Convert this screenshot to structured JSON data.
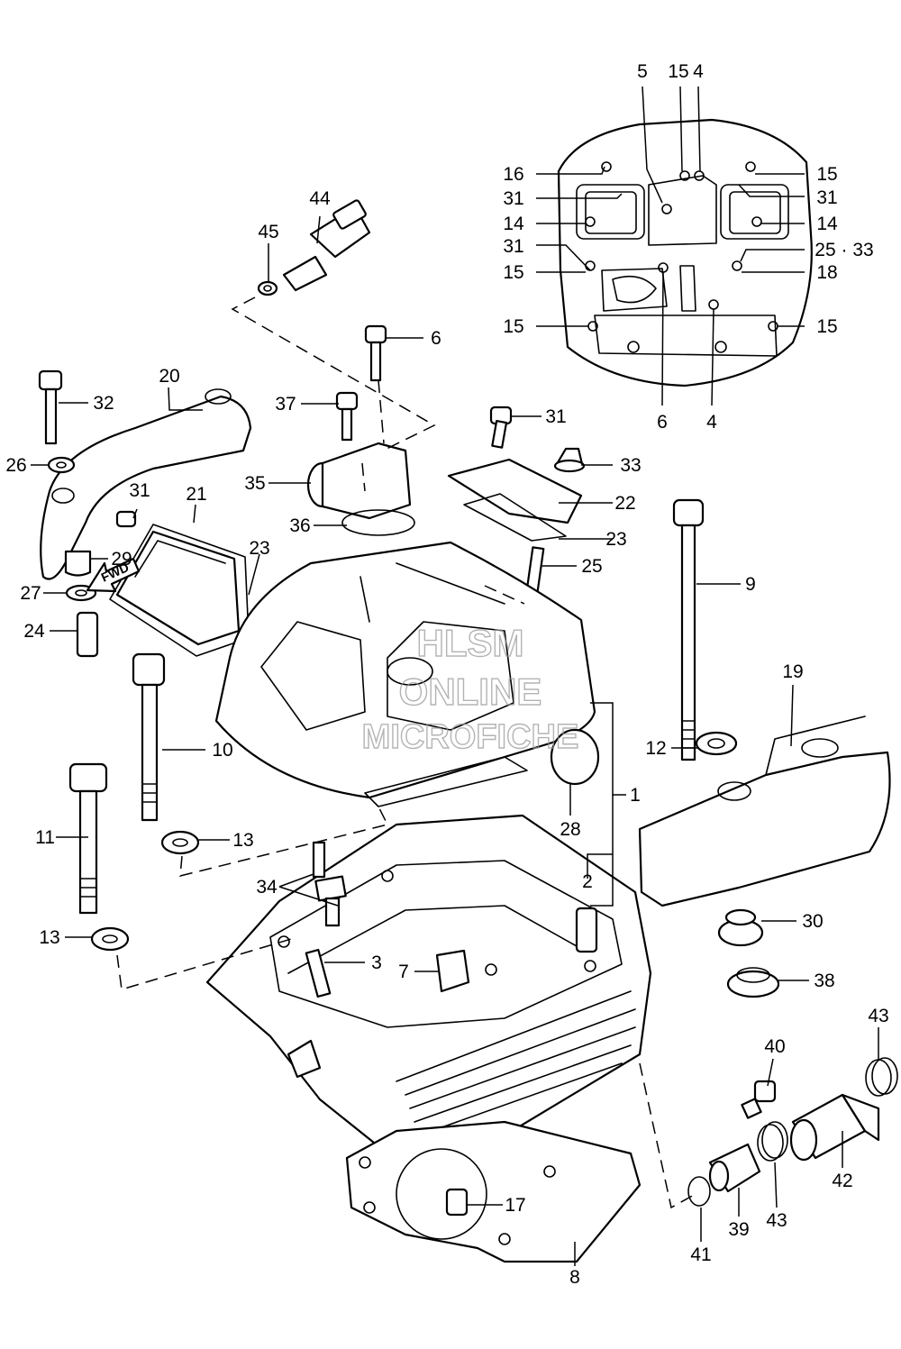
{
  "callouts": [
    {
      "id": "5",
      "text": "5"
    },
    {
      "id": "15a",
      "text": "15"
    },
    {
      "id": "4a",
      "text": "4"
    },
    {
      "id": "16",
      "text": "16"
    },
    {
      "id": "15b",
      "text": "15"
    },
    {
      "id": "31a",
      "text": "31"
    },
    {
      "id": "31b",
      "text": "31"
    },
    {
      "id": "14a",
      "text": "14"
    },
    {
      "id": "14b",
      "text": "14"
    },
    {
      "id": "31c",
      "text": "31"
    },
    {
      "id": "2533",
      "text": "25 · 33"
    },
    {
      "id": "15c",
      "text": "15"
    },
    {
      "id": "18",
      "text": "18"
    },
    {
      "id": "15d",
      "text": "15"
    },
    {
      "id": "15e",
      "text": "15"
    },
    {
      "id": "6a",
      "text": "6"
    },
    {
      "id": "4b",
      "text": "4"
    },
    {
      "id": "44",
      "text": "44"
    },
    {
      "id": "45",
      "text": "45"
    },
    {
      "id": "6b",
      "text": "6"
    },
    {
      "id": "20",
      "text": "20"
    },
    {
      "id": "32",
      "text": "32"
    },
    {
      "id": "37",
      "text": "37"
    },
    {
      "id": "31d",
      "text": "31"
    },
    {
      "id": "26",
      "text": "26"
    },
    {
      "id": "33",
      "text": "33"
    },
    {
      "id": "31e",
      "text": "31"
    },
    {
      "id": "21",
      "text": "21"
    },
    {
      "id": "35",
      "text": "35"
    },
    {
      "id": "22",
      "text": "22"
    },
    {
      "id": "36",
      "text": "36"
    },
    {
      "id": "23a",
      "text": "23"
    },
    {
      "id": "23b",
      "text": "23"
    },
    {
      "id": "29",
      "text": "29"
    },
    {
      "id": "25",
      "text": "25"
    },
    {
      "id": "27",
      "text": "27"
    },
    {
      "id": "9",
      "text": "9"
    },
    {
      "id": "24",
      "text": "24"
    },
    {
      "id": "19",
      "text": "19"
    },
    {
      "id": "10",
      "text": "10"
    },
    {
      "id": "12",
      "text": "12"
    },
    {
      "id": "1",
      "text": "1"
    },
    {
      "id": "11",
      "text": "11"
    },
    {
      "id": "28",
      "text": "28"
    },
    {
      "id": "13a",
      "text": "13"
    },
    {
      "id": "2",
      "text": "2"
    },
    {
      "id": "34",
      "text": "34"
    },
    {
      "id": "30",
      "text": "30"
    },
    {
      "id": "13b",
      "text": "13"
    },
    {
      "id": "3",
      "text": "3"
    },
    {
      "id": "7",
      "text": "7"
    },
    {
      "id": "38",
      "text": "38"
    },
    {
      "id": "43a",
      "text": "43"
    },
    {
      "id": "40",
      "text": "40"
    },
    {
      "id": "17",
      "text": "17"
    },
    {
      "id": "42",
      "text": "42"
    },
    {
      "id": "43b",
      "text": "43"
    },
    {
      "id": "39",
      "text": "39"
    },
    {
      "id": "41",
      "text": "41"
    },
    {
      "id": "8",
      "text": "8"
    }
  ],
  "watermark": {
    "line1": "HLSM",
    "line2": "ONLINE",
    "line3": "MICROFICHE"
  },
  "fwd_label": "FWD"
}
